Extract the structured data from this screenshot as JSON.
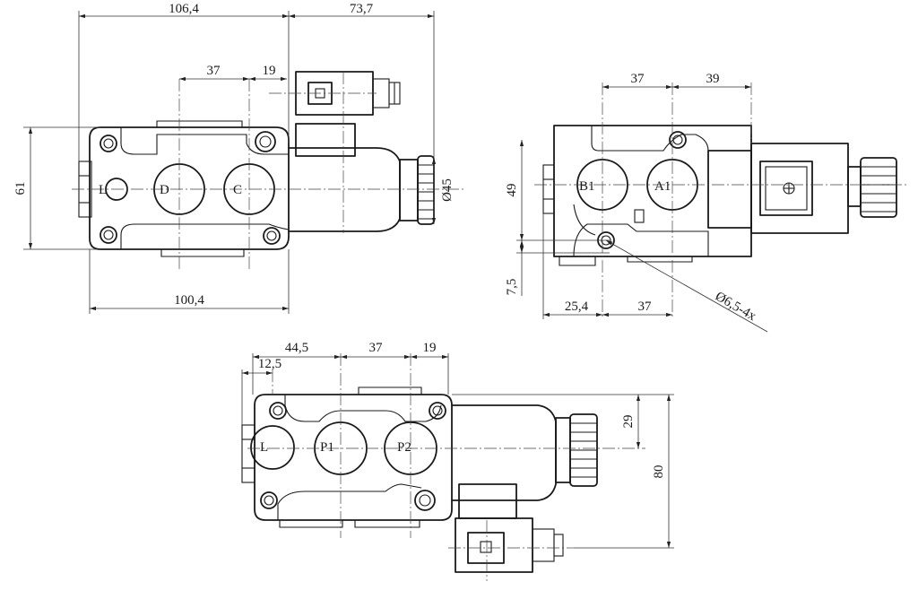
{
  "top_view": {
    "dims": {
      "overall_width": "106,4",
      "coil_extension": "73,7",
      "port_spacing": "37",
      "coil_offset": "19",
      "height": "61",
      "coil_diameter": "Ø45",
      "body_length": "100,4"
    },
    "ports": [
      "L",
      "D",
      "C"
    ]
  },
  "side_view": {
    "dims": {
      "port_spacing": "37",
      "coil_offset": "39",
      "port_height": "49",
      "hole_offset": "7,5",
      "hole_x": "25,4",
      "hole_spacing": "37",
      "mount_holes": "Ø6,5-4x"
    },
    "ports": [
      "B1",
      "A1"
    ]
  },
  "bottom_view": {
    "dims": {
      "p1_offset": "44,5",
      "port_spacing": "37",
      "coil_offset": "19",
      "l_offset": "12,5",
      "coil_axis": "29",
      "overall_height": "80"
    },
    "ports": [
      "L",
      "P1",
      "P2"
    ]
  }
}
